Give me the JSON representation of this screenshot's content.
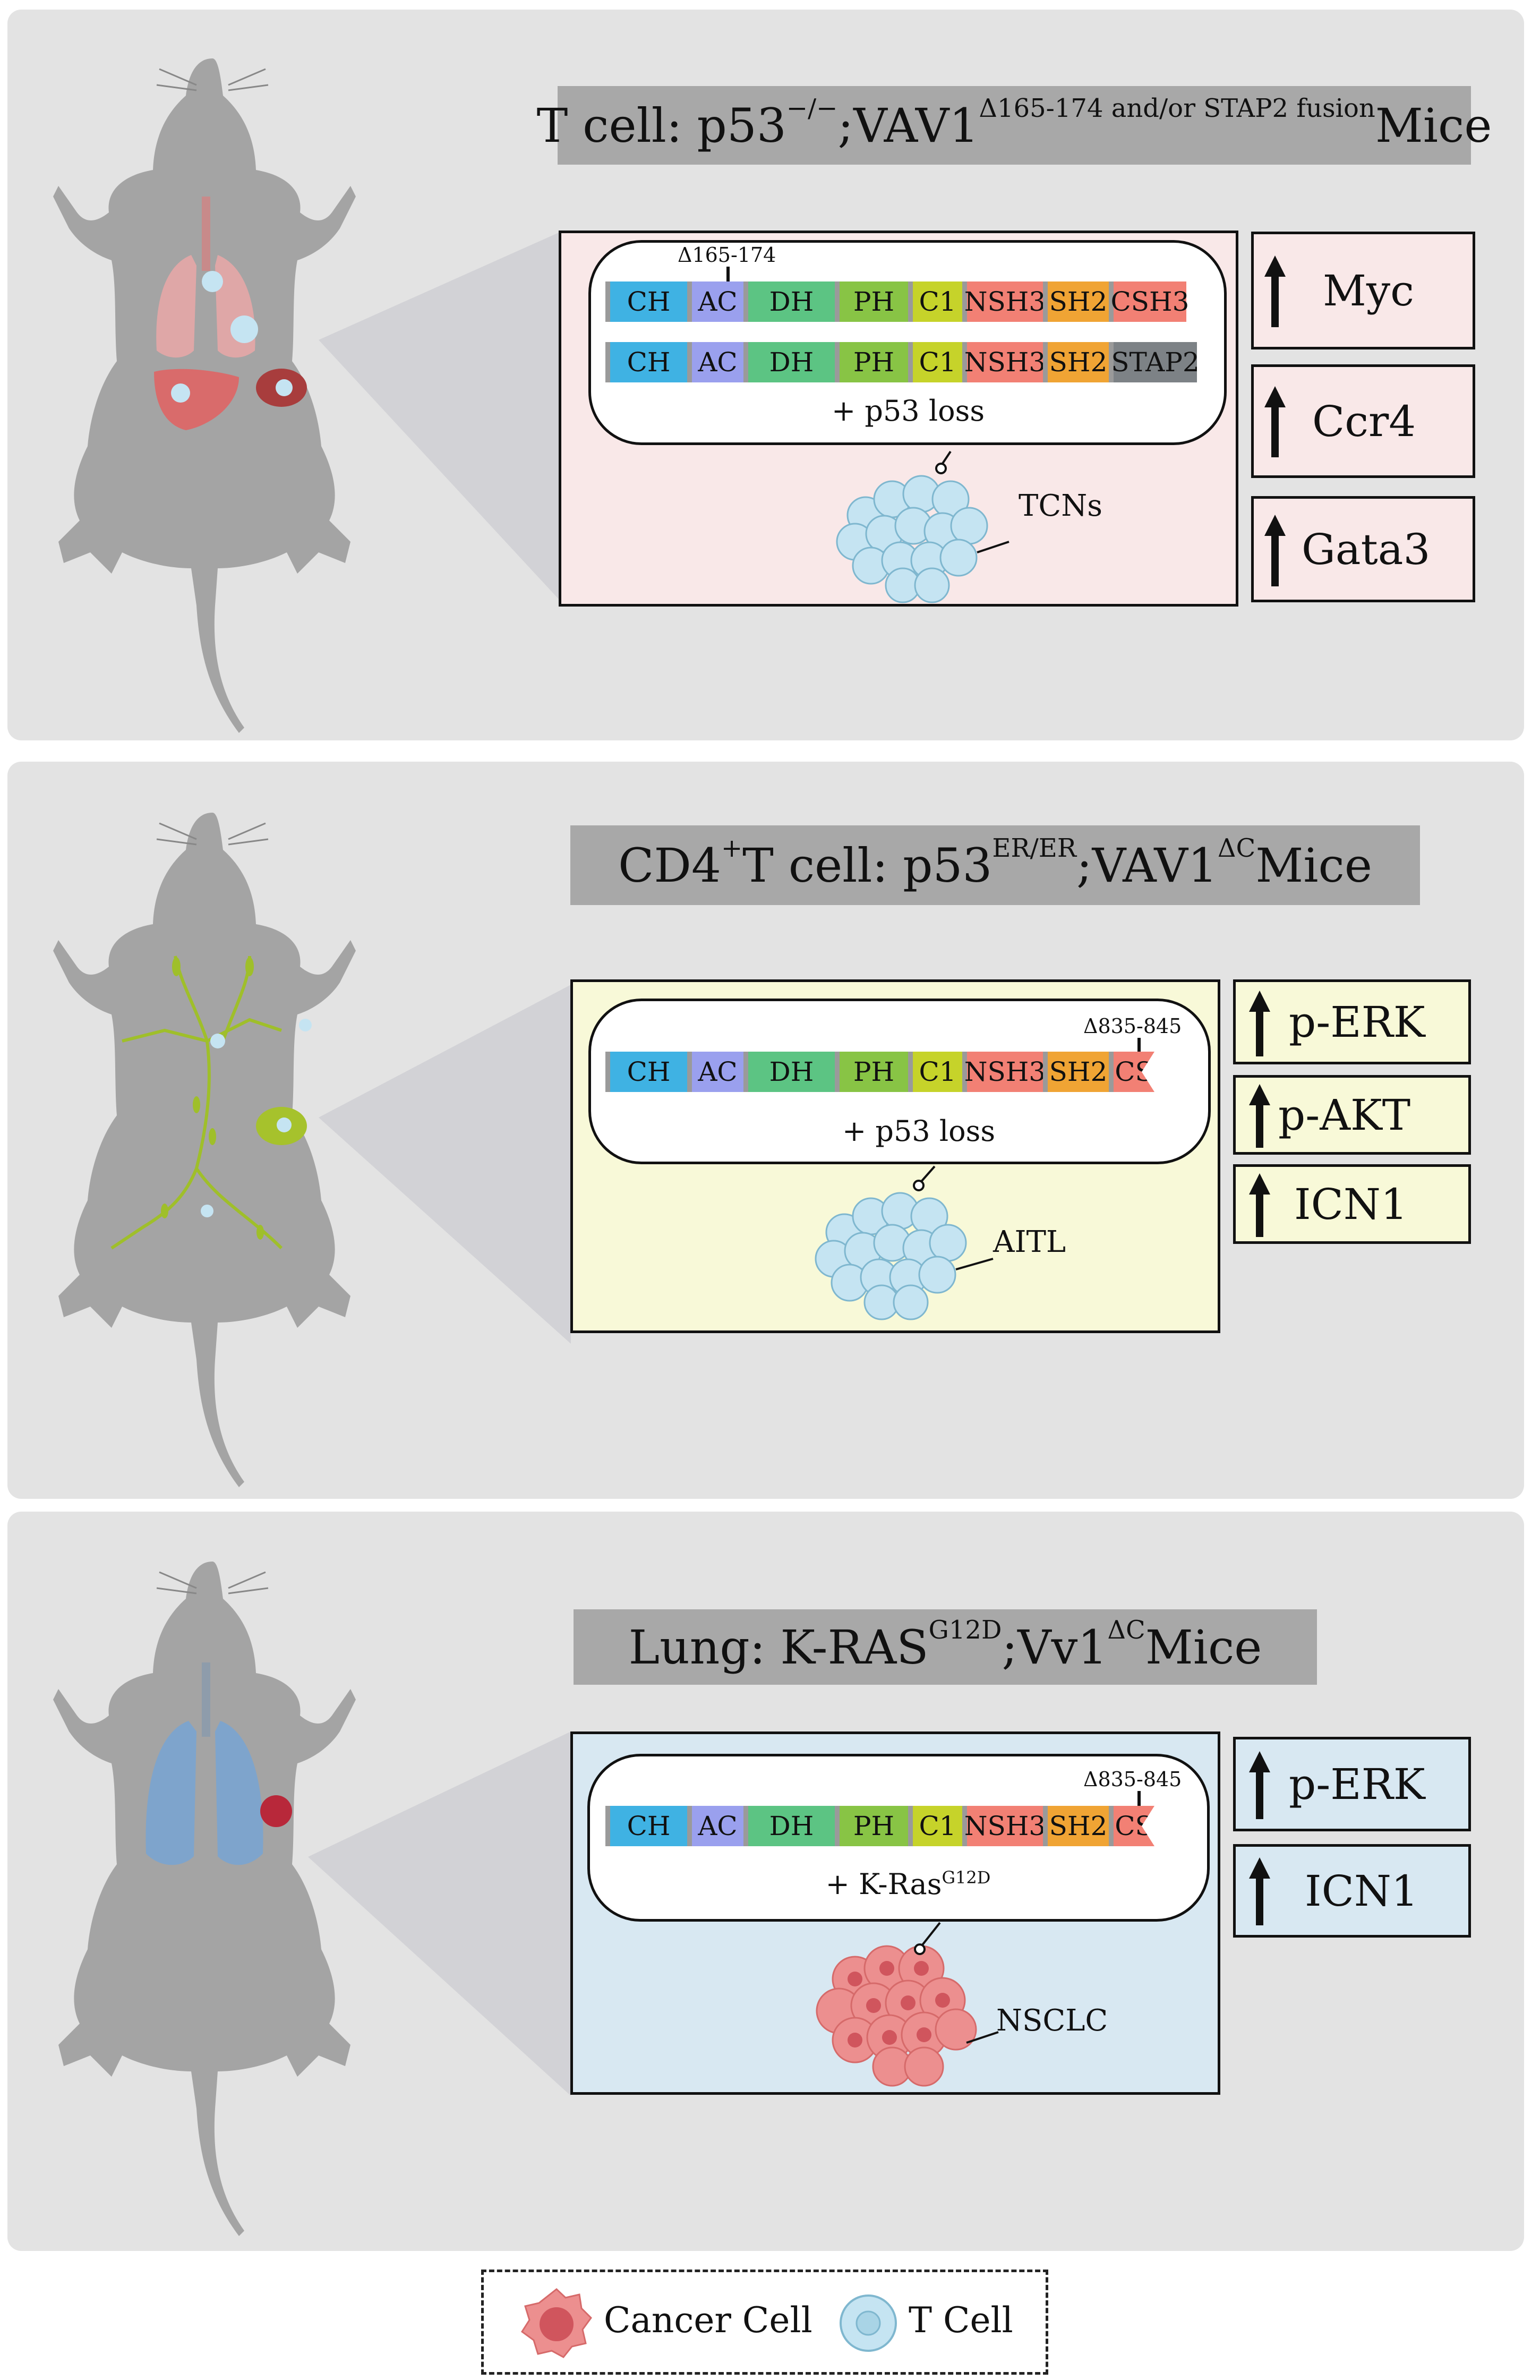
{
  "panels": [
    {
      "title_main": "T cell: p53",
      "title_sup1": "−/−",
      "title_mid": ";VAV1",
      "title_sup2": "Δ165-174 and/or STAP2 fusion",
      "title_end": " Mice",
      "deletion_label": "Δ165-174",
      "bar1": [
        "CH",
        "AC",
        "DH",
        "PH",
        "C1",
        "NSH3",
        "SH2",
        "CSH3"
      ],
      "bar2": [
        "CH",
        "AC",
        "DH",
        "PH",
        "C1",
        "NSH3",
        "SH2",
        "STAP2"
      ],
      "pill_text": "+ p53 loss",
      "cluster_label": "TCNs",
      "markers": [
        "Myc",
        "Ccr4",
        "Gata3"
      ]
    },
    {
      "title_main": "CD4",
      "title_sup1": "+",
      "title_mid": " T cell: p53",
      "title_sup2": "ER/ER",
      "title_mid2": ";VAV1",
      "title_sup3": "ΔC",
      "title_end": " Mice",
      "deletion_label": "Δ835-845",
      "bar1": [
        "CH",
        "AC",
        "DH",
        "PH",
        "C1",
        "NSH3",
        "SH2",
        "CS"
      ],
      "pill_text": "+ p53 loss",
      "cluster_label": "AITL",
      "markers": [
        "p-ERK",
        "p-AKT",
        "ICN1"
      ]
    },
    {
      "title_main": "Lung: K-RAS",
      "title_sup1": "G12D",
      "title_mid": ";Vv1",
      "title_sup2": "ΔC",
      "title_end": " Mice",
      "deletion_label": "Δ835-845",
      "bar1": [
        "CH",
        "AC",
        "DH",
        "PH",
        "C1",
        "NSH3",
        "SH2",
        "CS"
      ],
      "pill_text": "+ K-Ras",
      "pill_sup": "G12D",
      "cluster_label": "NSCLC",
      "markers": [
        "p-ERK",
        "ICN1"
      ]
    }
  ],
  "legend": {
    "cancer_cell": "Cancer Cell",
    "t_cell": "T Cell"
  },
  "colors": {
    "CH": "#3fb2e3",
    "AC": "#9aa0ee",
    "DH": "#5cc483",
    "PH": "#88c445",
    "C1": "#c6d32a",
    "NSH3": "#f28074",
    "SH2": "#f0a434",
    "CSH3": "#f28074",
    "STAP2": "#7d8286",
    "CS": "#f28074",
    "panel1_box": "#f9e8e8",
    "panel2_box": "#f8f9d8",
    "panel3_box": "#d8e8f2",
    "tcell": "#c5e4f2",
    "cancer": "#ec8f8f"
  }
}
